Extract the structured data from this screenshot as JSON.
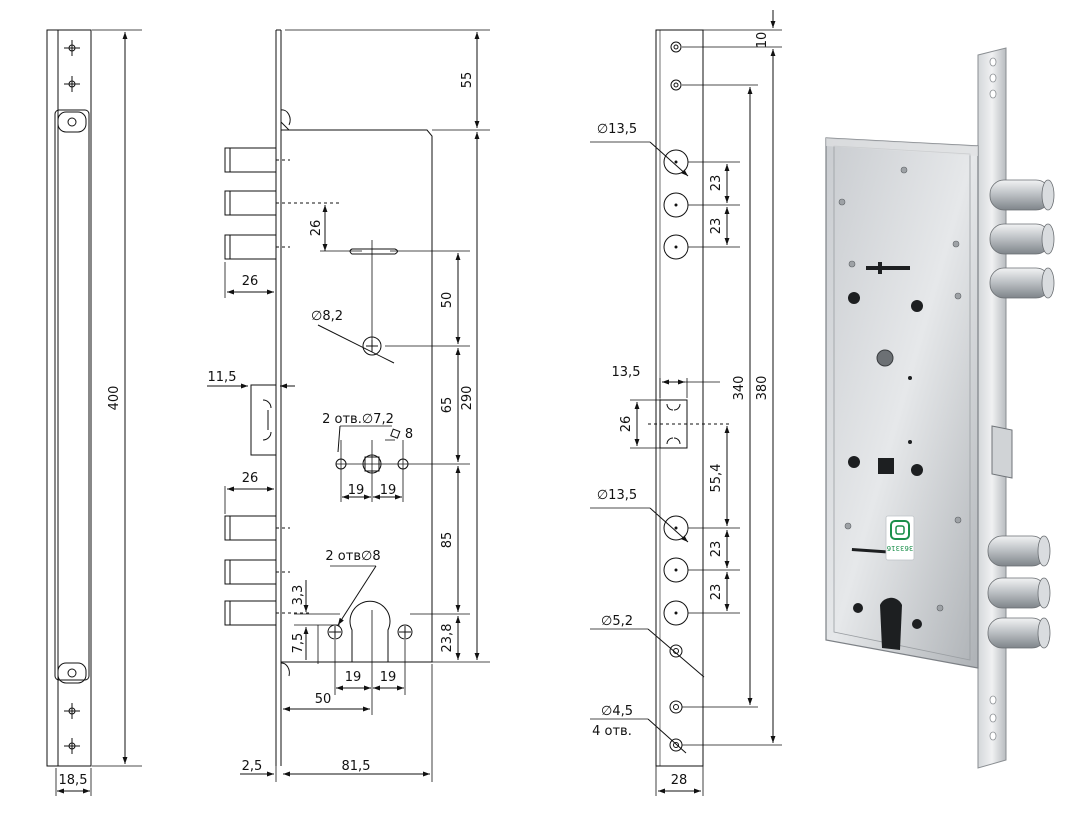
{
  "drawing": {
    "front_plate": {
      "height": "400",
      "width": "18,5"
    },
    "lock_body": {
      "top_gap": "55",
      "bolt_pitch": "26",
      "bolt_projection": "26",
      "latch_projection": "11,5",
      "lower_bolt_projection": "26",
      "handle_offset": "50",
      "handle_hole": "∅8,2",
      "spindle_offset": "65",
      "body_height": "290",
      "fixing_holes": "2 отв.∅7,2",
      "spindle_square": "8",
      "spindle_pitch_left": "19",
      "spindle_pitch_right": "19",
      "cylinder_offset": "85",
      "cylinder_holes": "2 отв∅8",
      "dim_3_3": "3,3",
      "dim_7_5": "7,5",
      "dim_23_8": "23,8",
      "cyl_pitch_left": "19",
      "cyl_pitch_right": "19",
      "backset": "50",
      "plate_thickness": "2,5",
      "body_width": "81,5"
    },
    "side_plate": {
      "top_gap": "10",
      "bolt_hole_top": "∅13,5",
      "bolt_pitch_1": "23",
      "bolt_pitch_2": "23",
      "latch_width": "13,5",
      "latch_height": "26",
      "latch_offset": "55,4",
      "bolt_hole_bottom": "∅13,5",
      "bolt_pitch_3": "23",
      "bolt_pitch_4": "23",
      "screw_hole": "∅5,2",
      "mount_hole": "∅4,5",
      "mount_hole_count": "4 отв.",
      "dist_340": "340",
      "dist_380": "380",
      "plate_width": "28"
    },
    "photo": {
      "label_text": "363316"
    }
  }
}
